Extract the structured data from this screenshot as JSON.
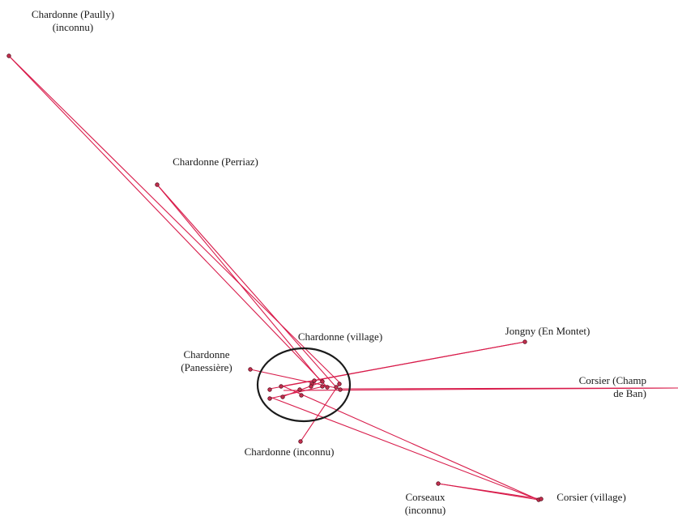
{
  "colors": {
    "link": "#d81b4a",
    "point": "#c4304f",
    "ring": "#1a1a1a"
  },
  "labels": [
    {
      "id": "chardonne-paully",
      "lines": [
        "Chardonne (Paully)",
        "(inconnu)"
      ]
    },
    {
      "id": "chardonne-perriaz",
      "lines": [
        "Chardonne (Perriaz)"
      ]
    },
    {
      "id": "chardonne-village",
      "lines": [
        "Chardonne (village)"
      ]
    },
    {
      "id": "jongny",
      "lines": [
        "Jongny (En Montet)"
      ]
    },
    {
      "id": "chardonne-panessiere",
      "lines": [
        "Chardonne",
        "(Panessière)"
      ]
    },
    {
      "id": "corsier-champ",
      "lines": [
        "Corsier (Champ",
        "de Ban)"
      ]
    },
    {
      "id": "chardonne-inconnu",
      "lines": [
        "Chardonne (inconnu)"
      ]
    },
    {
      "id": "corseaux",
      "lines": [
        "Corseaux",
        "(inconnu)"
      ]
    },
    {
      "id": "corsier-village",
      "lines": [
        "Corsier (village)"
      ]
    }
  ]
}
